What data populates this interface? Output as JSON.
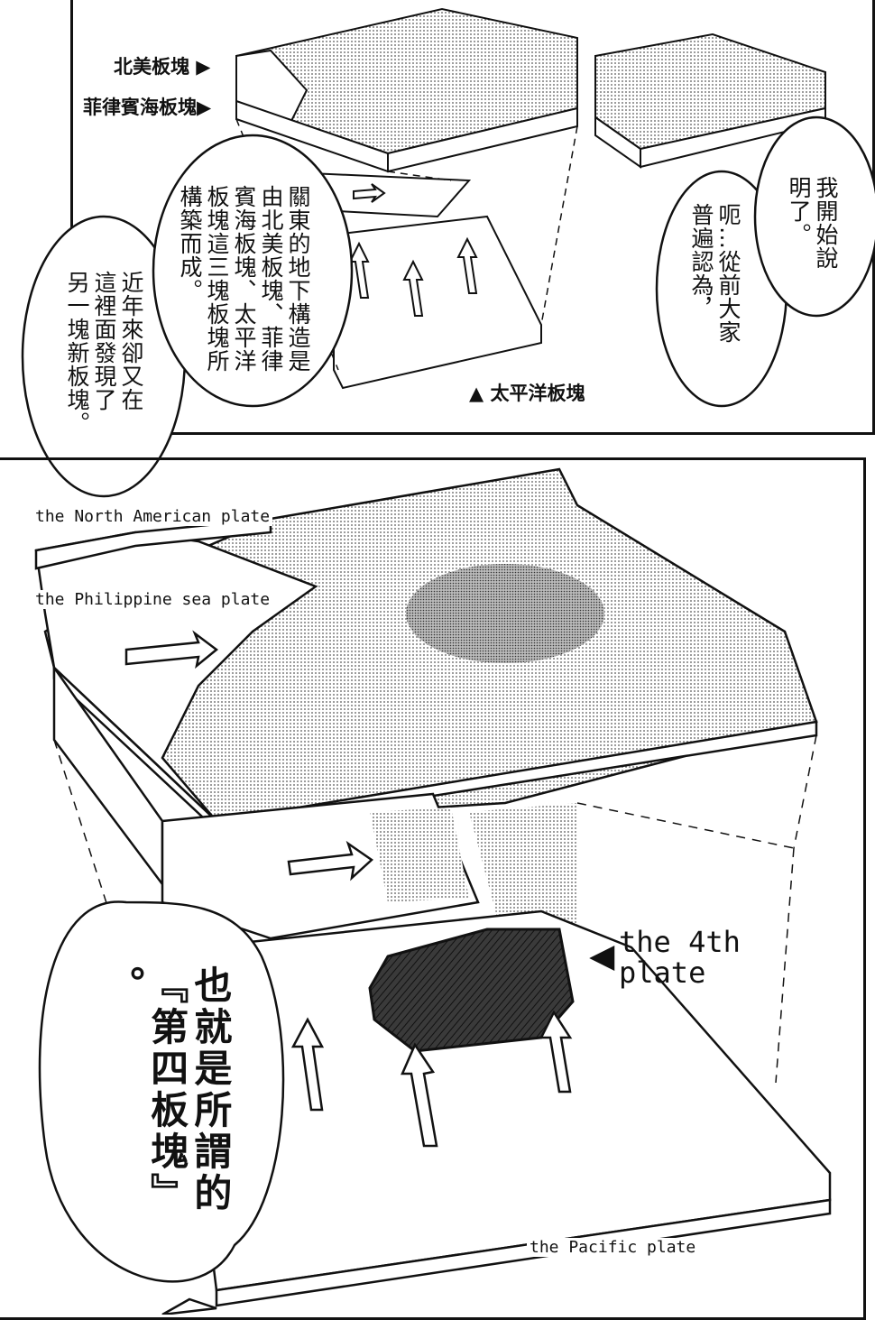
{
  "top_panel": {
    "labels": {
      "north_american": "北美板塊",
      "philippine": "菲律賓海板塊",
      "pacific": "太平洋板塊"
    },
    "bubbles": {
      "left": "近年來卻又在\n這裡面發現了\n另一塊新板塊。",
      "middle": "關東的地下構造是\n由北美板塊、菲律\n賓海板塊、太平洋\n板塊這三塊板塊所\n構築而成。",
      "right_inner": "呃…從前大家\n普遍認為，",
      "right_outer": "我開始說\n明了。"
    }
  },
  "bottom_panel": {
    "labels": {
      "north_american": "the North American plate",
      "philippine": "the Philippine sea plate",
      "fourth": "the 4th\nplate",
      "pacific": "the Pacific plate"
    },
    "bubble": "也就是所謂的\n『第四板塊』\n。"
  },
  "colors": {
    "ink": "#111111",
    "screentone": "#9a9a9a",
    "fourth_plate": "#3a3a3a"
  }
}
